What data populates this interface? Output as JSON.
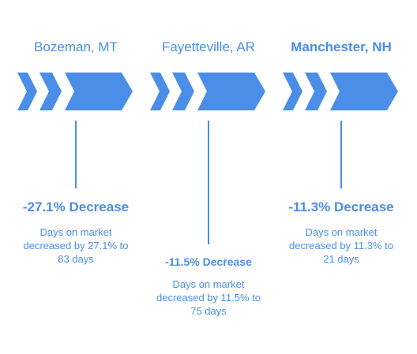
{
  "colors": {
    "accent": "#4a8ee8",
    "background": "#ffffff"
  },
  "steps": [
    {
      "city": "Bozeman, MT",
      "headline": "-27.1% Decrease",
      "description_lines": [
        "Days on market",
        "decreased by 27.1% to",
        "83 days"
      ]
    },
    {
      "city": "Fayetteville, AR",
      "headline": "-11.5% Decrease",
      "description_lines": [
        "Days on market",
        "decreased by 11.5% to",
        "75 days"
      ]
    },
    {
      "city": "Manchester, NH",
      "headline": "-11.3% Decrease",
      "description_lines": [
        "Days on market",
        "decreased by 11.3% to",
        "21 days"
      ]
    }
  ]
}
